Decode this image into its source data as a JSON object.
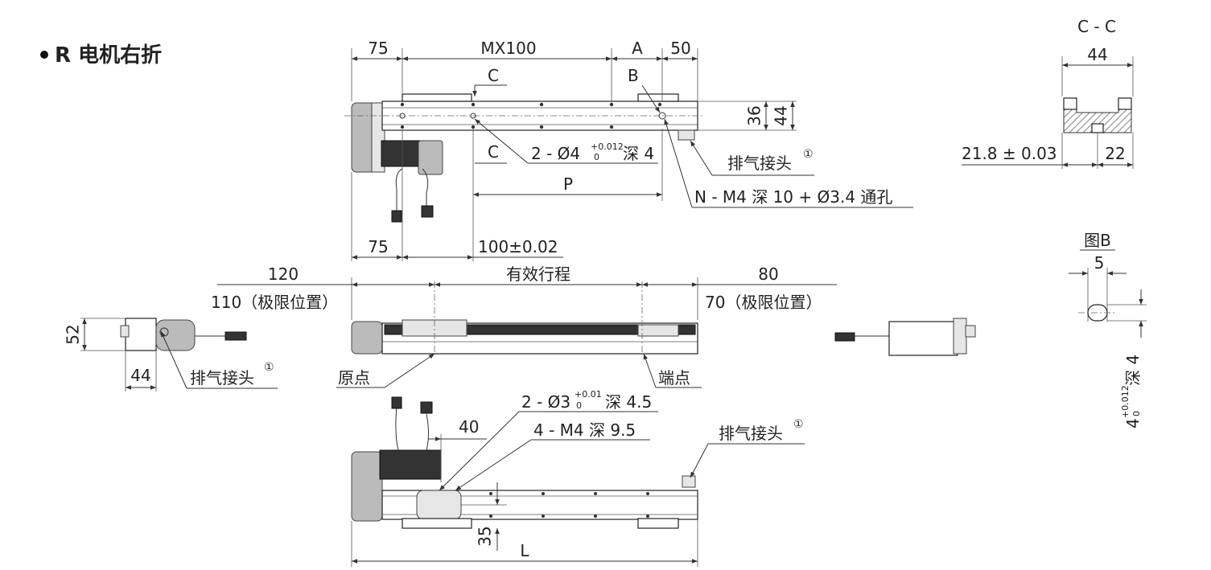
{
  "title": "R 电机右折",
  "top_view": {
    "dim_75_left": "75",
    "dim_mx100": "MX100",
    "dim_a": "A",
    "dim_50": "50",
    "section_c_top": "C",
    "section_c_bottom": "C",
    "label_b": "B",
    "dim_36": "36",
    "dim_44": "44",
    "hole_prefix": "2 - Ø4",
    "hole_tol_plus": "+0.012",
    "hole_tol_minus": "0",
    "hole_suffix": "深 4",
    "exhaust_label": "排气接头",
    "exhaust_mark": "①",
    "dim_p": "P",
    "tapped_holes": "N - M4 深 10 + Ø3.4 通孔",
    "dim_75_bottom": "75",
    "dim_100": "100±0.02"
  },
  "front_view": {
    "dim_120": "120",
    "dim_110": "110（极限位置）",
    "dim_stroke": "有效行程",
    "dim_80": "80",
    "dim_70": "70（极限位置）",
    "origin_label": "原点",
    "end_label": "端点"
  },
  "left_view": {
    "dim_52": "52",
    "dim_44": "44",
    "exhaust_label": "排气接头",
    "exhaust_mark": "①"
  },
  "bottom_view": {
    "hole_prefix": "2 - Ø3",
    "hole_tol_plus": "+0.01",
    "hole_tol_minus": "0",
    "hole_suffix": "深 4.5",
    "dim_40": "40",
    "tapped_holes": "4 - M4 深 9.5",
    "exhaust_label": "排气接头",
    "exhaust_mark": "①",
    "dim_35": "35",
    "dim_l": "L"
  },
  "section_cc": {
    "title": "C - C",
    "dim_44": "44",
    "dim_21_8": "21.8 ± 0.03",
    "dim_22": "22"
  },
  "detail_b": {
    "title": "图B",
    "dim_5": "5",
    "depth_prefix": "4",
    "depth_tol_plus": "+0.012",
    "depth_tol_minus": "0",
    "depth_suffix": "深 4"
  }
}
